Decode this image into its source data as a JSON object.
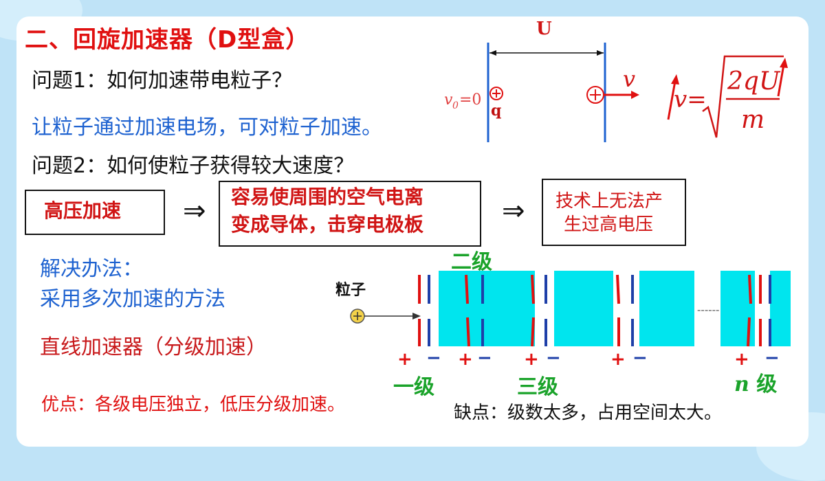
{
  "title": "二、回旋加速器（D型盒）",
  "question1": "问题1：如何加速带电粒子？",
  "answer1": "让粒子通过加速电场，可对粒子加速。",
  "question2": "问题2：如何使粒子获得较大速度？",
  "flow": {
    "box1": "高压加速",
    "arrow": "⇒",
    "box2_line1": "容易使周围的空气电离",
    "box2_line2": "变成导体，击穿电极板",
    "box3_line1": "技术上无法产",
    "box3_line2": "生过高电压"
  },
  "solution_heading": "解决办法：",
  "solution_text": "采用多次加速的方法",
  "linear_accelerator": "直线加速器（分级加速）",
  "advantage": "优点：各级电压独立，低压分级加速。",
  "disadvantage": "缺点：级数太多，占用空间太大。",
  "field_diagram": {
    "voltage_label": "U",
    "v0_label": "v",
    "v0_sub": "0",
    "v0_eq": "=0",
    "charge_label": "q",
    "velocity_label": "v",
    "formula_lhs": "v=",
    "formula_num": "2qU",
    "formula_den": "m"
  },
  "linac_diagram": {
    "particle_label": "粒子",
    "stage2_label": "二级",
    "stage1_label": "一级",
    "stage3_label": "三级",
    "stagen_n": "n",
    "stagen_label": " 级",
    "dashes": "------",
    "plus": "+",
    "minus": "−"
  },
  "colors": {
    "accent_red": "#e01010",
    "blue_text": "#1e62d0",
    "cyan_tube": "#00e5ee",
    "green_label": "#1aa32a"
  }
}
